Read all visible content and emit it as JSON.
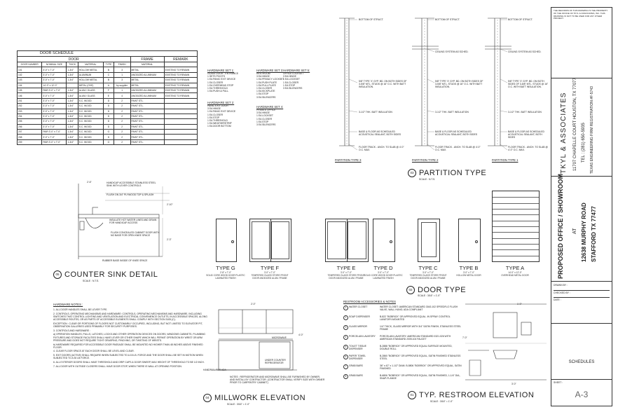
{
  "door_schedule": {
    "title": "DOOR SCHEDULE",
    "group_headers": [
      "DOOR",
      "FRAME",
      "REMARK"
    ],
    "columns": [
      "DOOR NUMBER",
      "NOMINAL SIZE",
      "THICK",
      "MATERIAL",
      "TYPE",
      "FINISH",
      "MATERIAL"
    ],
    "rows": [
      [
        "101",
        "3'-0\" x 7'-0\"",
        "1-3/4\"",
        "HOLLOW METAL",
        "B",
        "3",
        "METAL",
        "EXISTING TO REMAIN"
      ],
      [
        "102",
        "3'-0\" x 7'-0\"",
        "1-3/4\"",
        "ALUMINUM",
        "C",
        "1",
        "ANODIZED ALUMINUM",
        "EXISTING TO REMAIN"
      ],
      [
        "103",
        "3'-0\" x 7'-0\"",
        "1-3/4\"",
        "HOLLOW METAL",
        "B",
        "3",
        "METAL",
        "EXISTING TO REMAIN"
      ],
      [
        "104",
        "14'-0\" x 12'-0\"",
        "-",
        "METAL (OVE)",
        "A",
        "by supplier",
        "METAL",
        "EXISTING TO REMAIN"
      ],
      [
        "105",
        "PAIR 3'-0\" x 7'-0\"",
        "1-3/4\"",
        "ALUM./ GLASS",
        "F",
        "1",
        "ANODIZED ALUMINUM",
        "EXISTING TO REMAIN"
      ],
      [
        "106",
        "3'-0\" x 7'-0\"",
        "1-3/4\"",
        "ALUM./ GLASS",
        "E",
        "4",
        "ANODIZED ALUMINUM",
        "EXISTING TO REMAIN"
      ],
      [
        "201",
        "3'-0\" x 7'-0\"",
        "1-3/4\"",
        "S.C. WOOD",
        "D",
        "2",
        "PAINT STL.",
        ""
      ],
      [
        "202",
        "3'-0\" x 7'-0\"",
        "1-3/4\"",
        "S.C. WOOD",
        "D",
        "2",
        "PAINT STL.",
        ""
      ],
      [
        "203",
        "3'-0\" x 7'-0\"",
        "1-3/4\"",
        "S.C. WOOD",
        "D",
        "2",
        "PAINT STL.",
        ""
      ],
      [
        "204",
        "3'-0\" x 7'-0\"",
        "1-3/4\"",
        "S.C. WOOD",
        "D",
        "2",
        "PAINT STL.",
        ""
      ],
      [
        "205",
        "3'-0\" x 7'-0\"",
        "1-3/4\"",
        "S.C. WOOD",
        "D",
        "2",
        "PAINT STL.",
        ""
      ],
      [
        "206",
        "3'-0\" x 7'-0\"",
        "1-3/4\"",
        "S.C. WOOD",
        "D",
        "2",
        "PAINT STL.",
        ""
      ],
      [
        "207",
        "PAIR 3'-0\" x 7'-0\"",
        "1-3/4\"",
        "S.C. WOOD",
        "G",
        "2",
        "PAINT STL.",
        ""
      ],
      [
        "208",
        "3'-0\" x 7'-0\"",
        "1-3/4\"",
        "S.C. WOOD",
        "D",
        "2",
        "PAINT STL.",
        ""
      ],
      [
        "209",
        "PAIR 3'-0\" x 7'-0\"",
        "1-3/4\"",
        "S.C. WOOD",
        "G",
        "2",
        "PAINT STL.",
        ""
      ]
    ]
  },
  "hardware_sets": [
    {
      "title": "HARDWARE SET 1:",
      "subtitle": "GLASS DOOR - ENTRANCE",
      "items": [
        "1 SETS   PIVOTS",
        "1 EA   PANIC EXIT DEVICE",
        "1 EA   CLOSER",
        "1 EA   OVERHEAD STOP",
        "1 EA   THRESHOLD",
        "1 EA   PUSH & PULL"
      ]
    },
    {
      "title": "HARDWARE SET 2:",
      "subtitle": "PANIC EXIT DOOR",
      "items": [
        "3 EA   HINGE",
        "1 EA   PANIC EXIT DEVICE",
        "1 EA   CLOSER",
        "1 EA   STOP",
        "1 EA   THRESHOLD",
        "1 EA   WEATHERSTRIP",
        "1 EA   DOOR BOTTOM"
      ]
    },
    {
      "title": "HARDWARE SET 3:",
      "subtitle": "RESTROOM",
      "items": [
        "3 EA   HINGE",
        "1 EA   PRIVACY LOCKSET",
        "1 EA   PUSH PLATE",
        "1 EA   PULL PLATE",
        "1 EA   CLOSER",
        "1 EA   KICKPLATE",
        "1 EA   STOP",
        "3 EA   SILENCERS"
      ]
    },
    {
      "title": "HARDWARE SET 4:",
      "subtitle": "PRIVATE OFFICE",
      "items": [
        "3 EA   HINGE",
        "1 EA   LOCKSET",
        "1 EA   CLOSER",
        "1 EA   STOP",
        "3 EA   SILENCERS"
      ]
    },
    {
      "title": "HARDWARE SET 5:",
      "subtitle": "OFFICE LOCKSET",
      "items": [
        "3 EA   HINGE",
        "1 EA   LOCKSET",
        "1 EA   CLOSER",
        "1 EA   STOP",
        "3 EA   SILENCERS"
      ]
    }
  ],
  "partition": {
    "title": "PARTITION TYPE",
    "scale": "SCALE : N.T.S.",
    "number": "03",
    "labels": [
      "PARTITION TYPE 3",
      "PARTITION TYPE 2",
      "PARTITION TYPE 1"
    ],
    "notes_top": [
      "BOTTOM OF STRUCT.",
      "BOTTOM OF STRUCT.",
      "BOTTOM OF STRUCT."
    ],
    "notes_ceiling": [
      "CEILING SYSTEM AS SCHED.",
      "CEILING SYSTEM AS SCHED."
    ],
    "notes_gyp": "5/8\" TYPE 'X' GYP. BD. ON BOTH SIDES OF 3-5/8\" MTL. STUDS @ 16\" O.C. WITH BATT INSULATION.",
    "notes_batt": "3-1/2\" THK. BATT INSULATION",
    "notes_base": "BASE & FLOOR AS SCHEDULED ACOUSTICAL SEALANT, BOTH SIDES",
    "notes_track": "FLOOR TRACK - ANCH. TO SLAB @ 4'-0\" O.C. MAX."
  },
  "counter_sink": {
    "title": "COUNTER SINK DETAIL",
    "scale": "SCALE : N.T.S.",
    "number": "05",
    "notes": [
      "HANDICAP ACCESSIBLE STAINLESS STEEL SINK WITH LEVER CONTROLS",
      "FLUSH ON 3/4\" PLYWOOD TOP & SPLASH",
      "INSULATE HOT WATER LINES AND DRAIN FOR HANDICAP ACCESS",
      "FLUSH CONCEALED CABINET DOOR WITH NO BASE FOR OPEN KNEE SPACE",
      "RUBBER BASE INSIDE OF KNEE SPACE"
    ],
    "dims": [
      "2'-6\"",
      "2'-10\"",
      "2'-3\""
    ]
  },
  "door_type": {
    "title": "DOOR TYPE",
    "scale": "SCALE : 3/16\" = 1'-0\"",
    "number": "02",
    "types": [
      {
        "name": "TYPE G",
        "size": "2'-8\" x 7'-0\"",
        "desc": "SOLID CORE WOOD DOOR PLASTIC LAMINATED FINISH"
      },
      {
        "name": "TYPE F",
        "size": "3'-0\" x 7'-0\"",
        "desc": "TEMPERED GLASS STORE FRONT DOOR ANODIZED ALUM. FRAME"
      },
      {
        "name": "TYPE E",
        "size": "3'-0\" x 7'-0\"",
        "desc": "TEMPERED GLASS STORE FRONT DOOR ANODIZED ALUM. FRAME"
      },
      {
        "name": "TYPE D",
        "size": "3'-0\" x 7'-0\"",
        "desc": "SOLID CORE WOOD DOOR PLASTIC LAMINATED FINISH"
      },
      {
        "name": "TYPE C",
        "size": "3'-0\" x 7'-0\"",
        "desc": "TEMPERED GLASS STORE FRONT DOOR ANODIZED ALUM. FRAME"
      },
      {
        "name": "TYPE B",
        "size": "3'-0\" x 7'-0\"",
        "desc": "HOLLOW METAL DOOR"
      },
      {
        "name": "TYPE A",
        "size": "14'-0\" x 12'-0\"",
        "desc": "OVERHEAD METAL DOOR"
      }
    ]
  },
  "hardware_notes": {
    "title": "HARDWARE NOTES :",
    "items": [
      "1.  ALL DOOR HANDLES SHALL BE LEVER TYPE.",
      "2.  CONTROLS, OPERATING MECHANISMS AND HARDWARE: CONTROLS, OPERATING MECHANISMS AND HARDWARE, INCLUDING SWITCHES THAT CONTROL LIGHTING AND VENTILATION AND ELECTRICAL CONVENIENCE OUTLETS, IN ACCESSIBLE SPACES, ALONG ACCESSIBLE ROUTES, OR AS PARTS OF ACCESSIBLE ELEMENTS SHALL COMPLY WITH SECTION 3105.(C).",
      "    EXCEPTION : CLEAR OR PORTIONS OF FLOORS NOT CUSTOMARILY OCCUPIED, INCLUDING, BUT NOT LIMITED TO ELEVATOR PIT, OBSERVATION GALLERIES USED PRIMARILY FOR SECURITY PURPOSES.",
      "3.  CONTROLS AND HARDWARE :",
      "    a) OPERATION HANDLES, PULLS, LATCHES, LOCKS AND OTHER OPERATION DEVICES ON DOORS, WINDOWS CABINETS, PLUMBING FIXTURES AND STORAGE FACILITIES SHALL HAVE LEVER OR OTHER SHAPE WHICH WILL PERMIT OPERATION BY WRIST OR ARM PRESSURE AND DOES NOT REQUIRE TIGHT GRASPING, PINCHING, OR TWISTING OF WRISTS.",
      "    b) HARDWARE REQUIRED FOR ACCESSIBLE DOOR PASSAGE SHALL BE MOUNTED NO HIGHER THAN 48 INCHES ABOVE FINISHED FLOOR.",
      "4.  CLEAR FLOOR SPACE AT EACH DOOR SHALL BE LEVEL AND CLEAR.",
      "5.  EXIT DOORS (ACTIVE) SHALL REQUIRE WHEN SUBJECTED TO A 15 LB. FORCE AND THE DOOR SHALL BE SET IN MOTION WHEN SUBJECTED TO A 30 LB FORCE.",
      "6.  ALL EXTERIOR DOORS SHALL HAVE THRESHOLD AND DRIP CAPS & DOOR SWEEP, MAX HEIGHT OF THRESHOLD TO BE 1/2 INCH.",
      "7.  ALL DOOR WITH OUTSIDE CLOSERS SHALL HAVE DOOR STOP, WHEN THERE IS WALL AT OPENING POSITION."
    ]
  },
  "millwork": {
    "title": "MILLWORK ELEVATION",
    "scale": "SCALE : 3/16\" = 1'-0\"",
    "number": "04",
    "labels": [
      "MICROWAVE",
      "UNDER COUNTER REFRIGERATOR",
      "HANDRAIL FOR ADA"
    ],
    "note": "NOTES : REFRIGERATOR AND MICROWAVE SHALL BE FURNISHED BY OWNER, AND INSTALL BY CONTRACTOR. (CONTRACTOR SHALL VERIFY SIZE WITH OWNER PRIOR TO CARPENTRY CABINET)",
    "dims": [
      "2'-0\"",
      "4'-0\""
    ]
  },
  "restroom": {
    "title": "TYP. RESTROOM ELEVATION",
    "scale": "SCALE : 3/16\" = 1'-0\"",
    "number": "01",
    "legend_title": "RESTROOM ACCESSORIES & NOTES",
    "items": [
      {
        "code": "1",
        "name": "WATER CLOSET",
        "desc": "WATER CLOSET: AMERICAN STANDARD 3043.102 SPEEDFLO FLUSH VALVE, WALL HUNG; ADA COMPLIANT"
      },
      {
        "code": "2",
        "name": "SOAP DISPENSER",
        "desc": "B-822 \"BOBRICK\" OR APPROVED EQUAL. IN SPRAY CONTROL LAVATORY-MOUNTED"
      },
      {
        "code": "3",
        "name": "GLASS MIRROR",
        "desc": "1/4\" THICK, GLASS MIRROR WITH 3/4\" SATIN FINISH, STAINLESS STEEL FRAME"
      },
      {
        "code": "4",
        "name": "PORCELAIN LAVATORY",
        "desc": "PORCELAIN LAVATORY: AMERICAN STANDARD 0321.026 WITH AMERICAN STANDARD 2005.104 FAUCET"
      },
      {
        "code": "5",
        "name": "TOILET TISSUE DISPENSER",
        "desc": "B-2888 \"BOBRICK\" OR APPROVED EQUAL SURFACE MOUNTED, DOUBLE ROLL"
      },
      {
        "code": "6",
        "name": "PAPER TOWEL DISPENSER",
        "desc": "B-2860 \"BOBRICK\" OR APPROVED EQUAL, SATIN FINISHED STAINLESS STEEL"
      },
      {
        "code": "7",
        "name": "GRAB BARS",
        "desc": "36\" x 42\" x 1-1/2\" DIAM. B-5806 \"BOBRICK\" OR APPROVED EQUAL, SATIN FINISHED"
      },
      {
        "code": "8",
        "name": "GRAB BARS",
        "desc": "B-6806 \"BOBRICK\" OR APPROVED EQUAL, SATIN FINISHED, 1-1/4\" DIA., SNAP-FLANGE"
      }
    ],
    "dims": [
      "1'-0\"",
      "7'-0\"",
      "3'-0\""
    ]
  },
  "title_block": {
    "disclaimer": "THE RECORDS OF THIS DRAWING IS THE PROPERTY OF THE OFFICE OF TKYL & ASSOCIATES, INC. THIS DRAWING IS NOT TO BE USED FOR ANY OTHER PROJECT.",
    "firm": "TKYL & ASSOCIATES",
    "firm_address": "11707 CHAPELLE COURT HOUSTON, TX 77077",
    "firm_phone": "TEL : (281) 650-5935",
    "firm_reg": "TEXAS ENGINEERING FIRM REGISTRATION #F-5743",
    "project": "PROPOSED OFFICE / SHOWROOM",
    "at": "AT",
    "address1": "12638 MURPHY ROAD",
    "address2": "STAFFORD   TX 77477",
    "drawn_by": "DRAWN BY :",
    "checked_by": "CHECKED BY :",
    "date": "DATE :",
    "sheet_title": "SCHEDULES",
    "sheet_label": "SHEET :",
    "sheet_no": "A-3"
  }
}
